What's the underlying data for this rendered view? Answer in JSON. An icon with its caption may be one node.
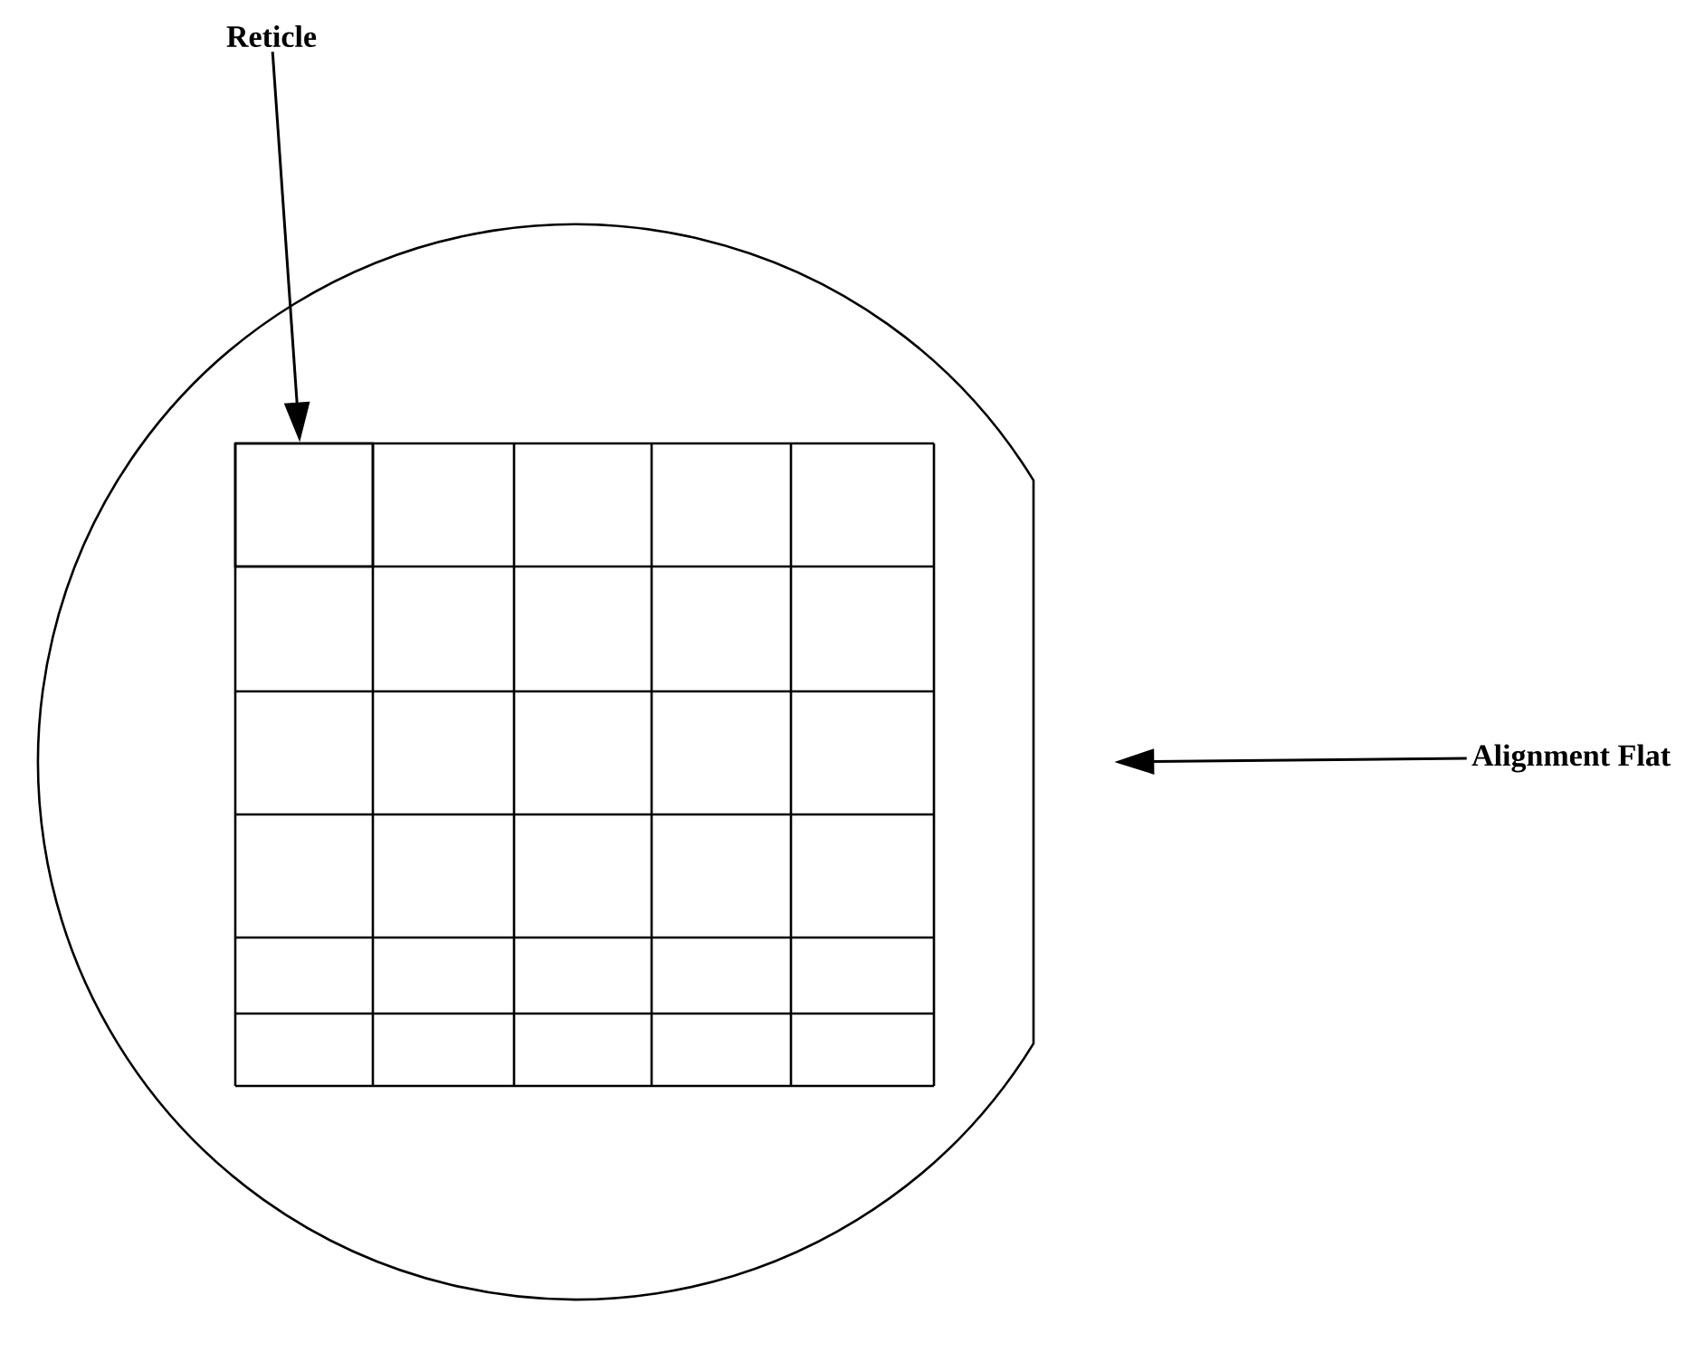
{
  "diagram": {
    "nodes": [
      {
        "text": [
          "Reticle"
        ]
      },
      {
        "text": [],
        "shape": "circle"
      },
      {
        "text": [],
        "shape": "box",
        "in": 1
      },
      {
        "text": [
          "Alignment Flat"
        ]
      }
    ],
    "edges": [
      {
        "from": 0,
        "to": 2,
        "arrow": "to"
      },
      {
        "from": 3,
        "to": 1,
        "arrow": "to"
      }
    ]
  }
}
